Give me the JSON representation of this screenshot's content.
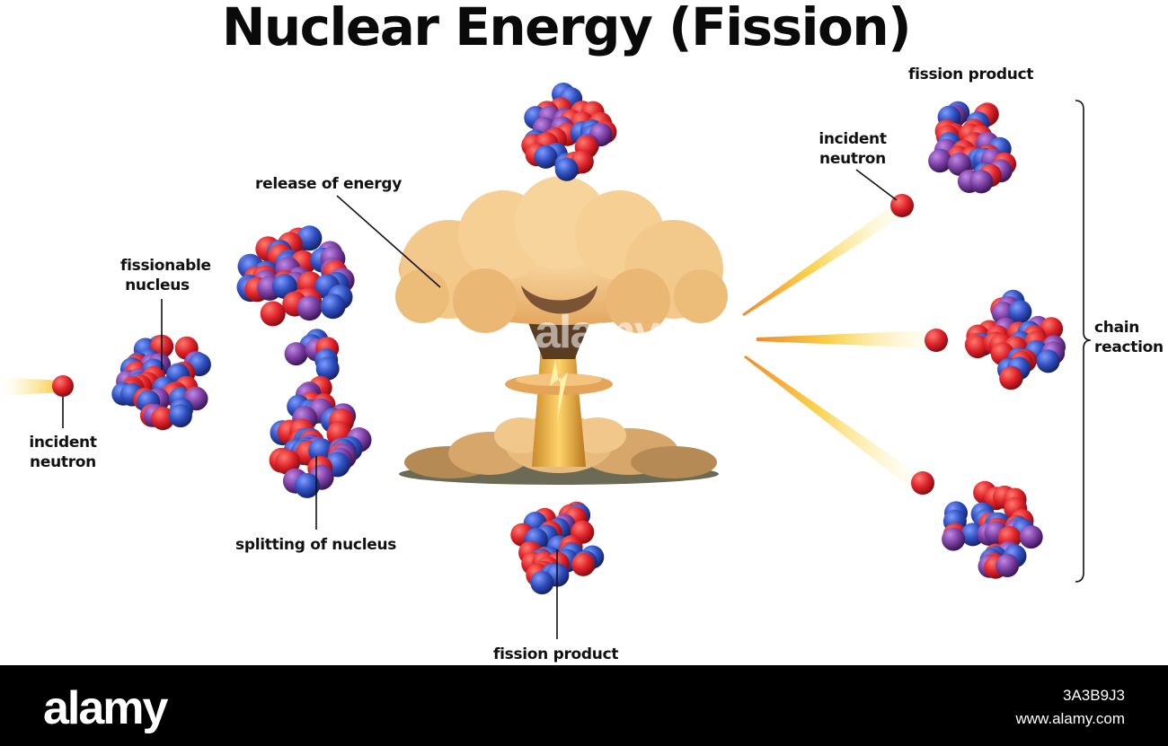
{
  "title": "Nuclear Energy (Fission)",
  "labels": {
    "fissionable_nucleus": "fissionable\nnucleus",
    "incident_neutron_left": "incident\nneutron",
    "splitting": "splitting of nucleus",
    "release_energy": "release of energy",
    "fission_product_bottom": "fission product",
    "fission_product_top": "fission product",
    "incident_neutron_right": "incident\nneutron",
    "chain_reaction": "chain\nreaction"
  },
  "watermark": "alamy",
  "footer": {
    "brand": "alamy",
    "image_id": "3A3B9J3",
    "site": "www.alamy.com"
  },
  "colors": {
    "proton": "#e0242c",
    "neutron": "#2f4fbf",
    "purple": "#7b3fa3",
    "cloud": "#f2c98a",
    "stem": "#e8a640",
    "background": "#ffffff"
  }
}
